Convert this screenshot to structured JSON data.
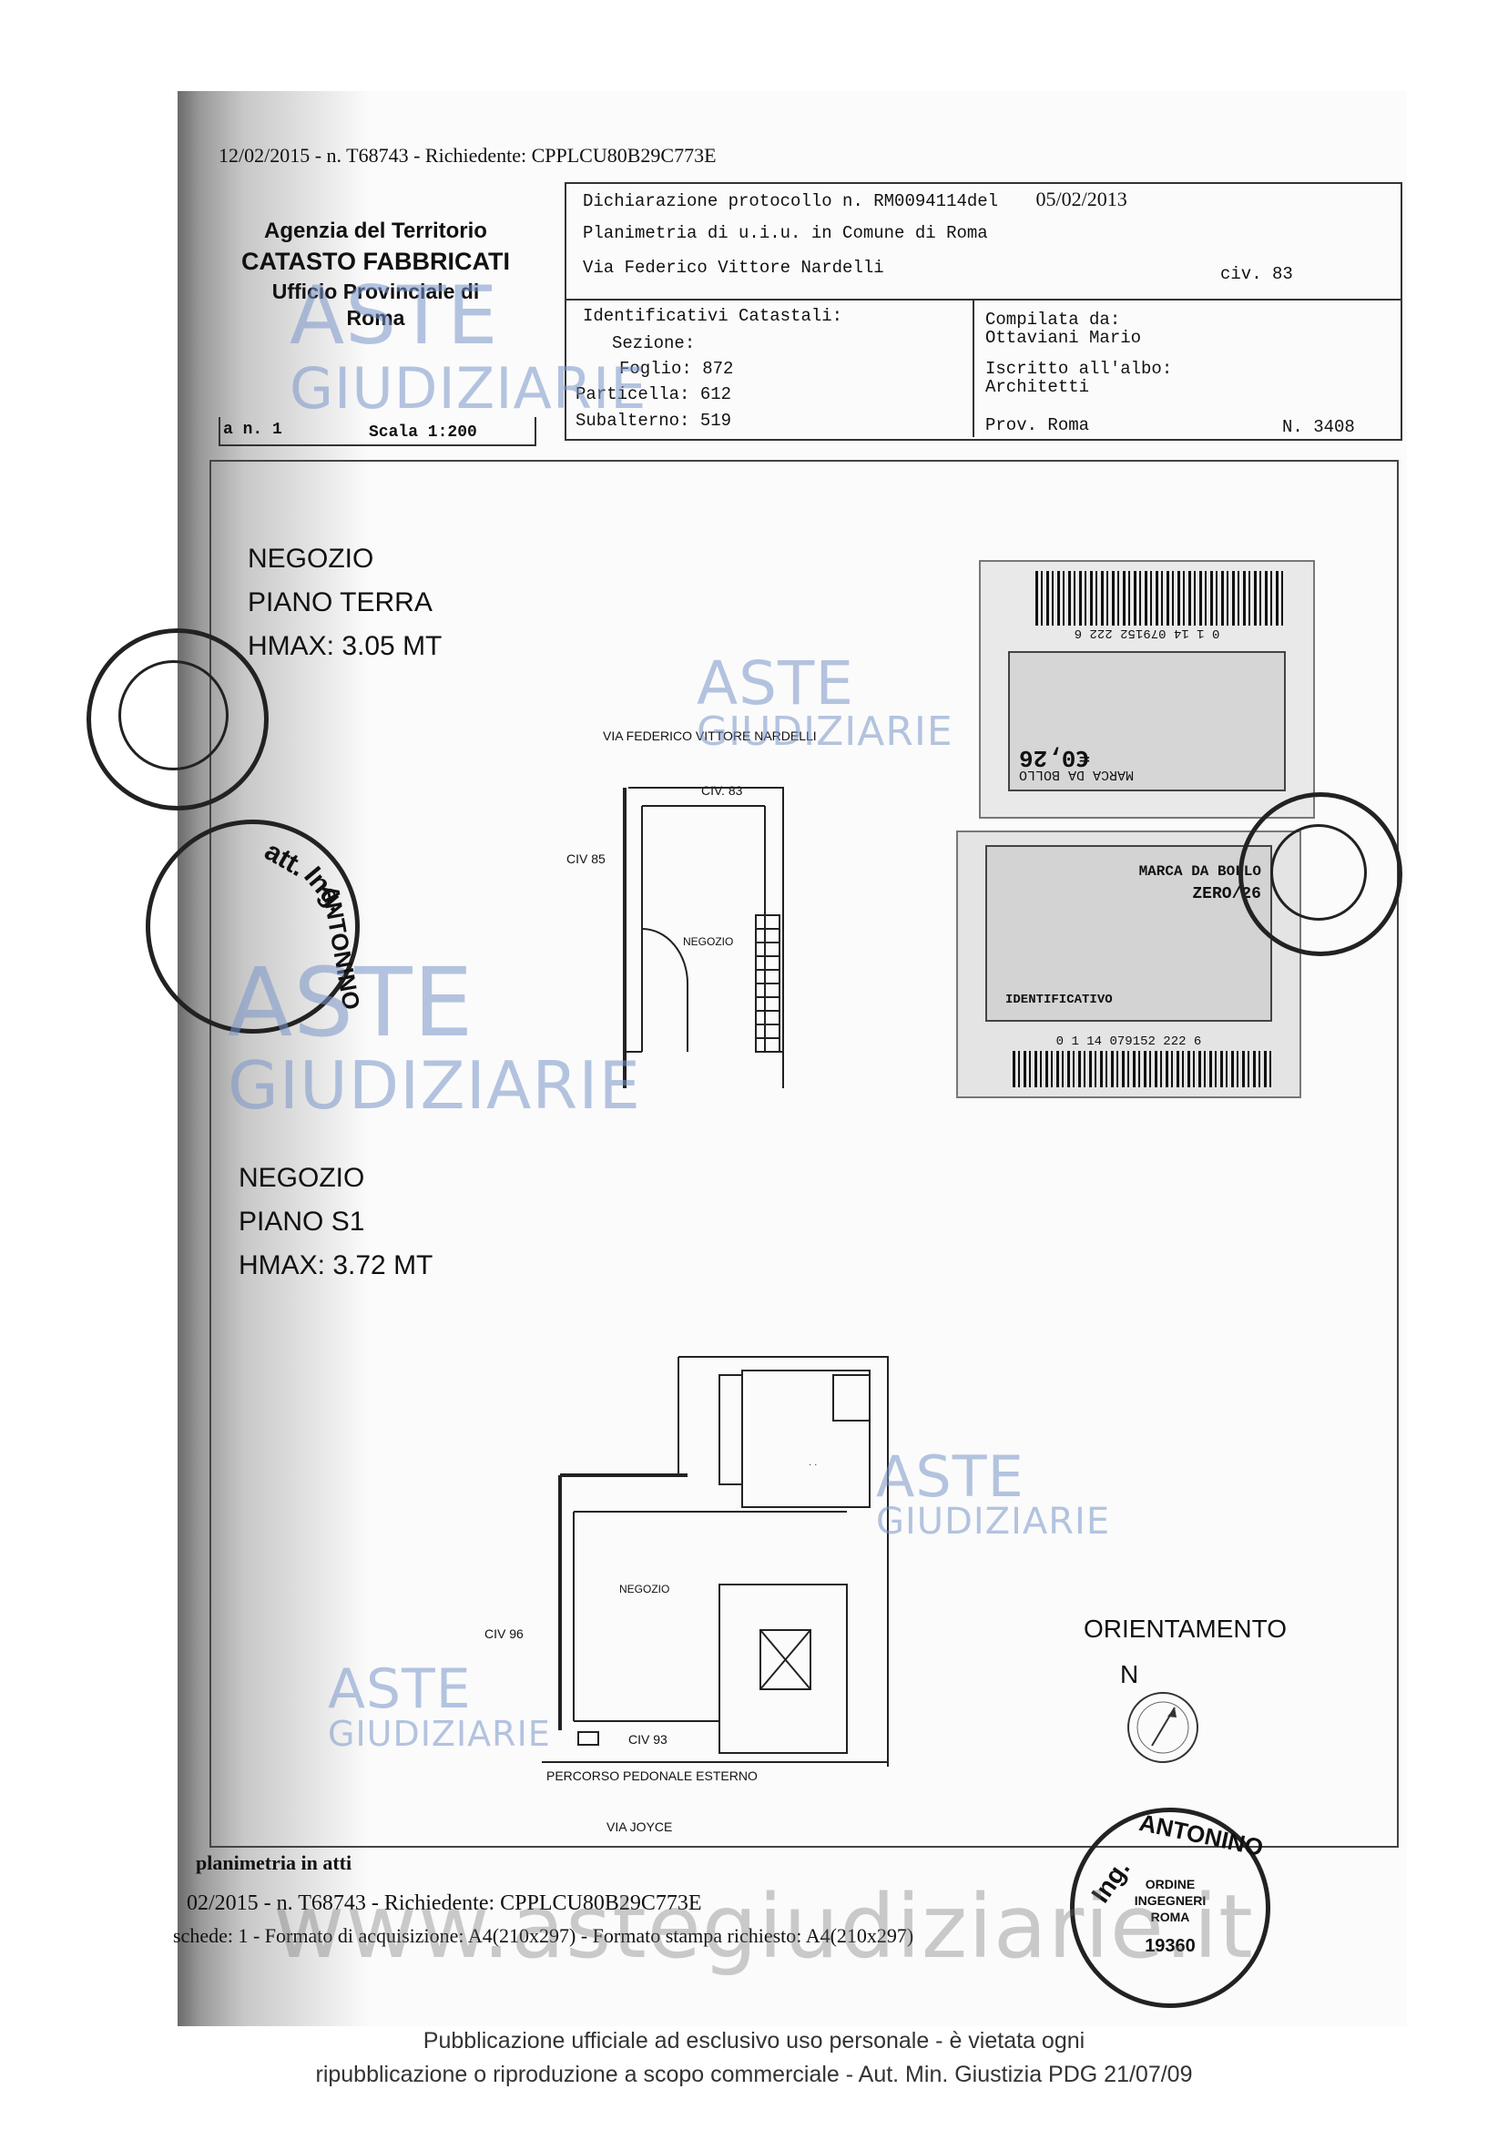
{
  "header": {
    "print_line": "12/02/2015 - n. T68743 - Richiedente: CPPLCU80B29C773E",
    "agency": [
      "Agenzia del Territorio",
      "CATASTO FABBRICATI",
      "Ufficio Provinciale di",
      "Roma"
    ],
    "declaration": "Dichiarazione protocollo n. RM0094114",
    "declaration_del": "del",
    "declaration_date": "05/02/2013",
    "plan_title": "Planimetria di u.i.u. in Comune di Roma",
    "address": "Via Federico Vittore Nardelli",
    "civ": "civ. 83",
    "ids_title": "Identificativi Catastali:",
    "sezione": "Sezione:",
    "foglio": "Foglio: 872",
    "particella": "Particella: 612",
    "subalterno": "Subalterno: 519",
    "compilata": "Compilata da:",
    "compilata_name": "Ottaviani Mario",
    "iscritto": "Iscritto all'albo:",
    "iscritto_value": "Architetti",
    "prov": "Prov. Roma",
    "numero": "N. 3408",
    "scheda": "a n. 1",
    "scala": "Scala 1:200"
  },
  "ground_floor": {
    "label": [
      "NEGOZIO",
      "PIANO TERRA",
      "HMAX: 3.05 MT"
    ],
    "street": "VIA FEDERICO VITTORE NARDELLI",
    "civ_top": "CIV. 83",
    "civ_left": "CIV 85",
    "room": "NEGOZIO"
  },
  "basement": {
    "label": [
      "NEGOZIO",
      "PIANO S1",
      "HMAX: 3.72 MT"
    ],
    "civ_left": "CIV 96",
    "civ_bottom": "CIV 93",
    "room": "NEGOZIO",
    "path": "PERCORSO PEDONALE ESTERNO",
    "street": "VIA JOYCE"
  },
  "orientation": {
    "label": "ORIENTAMENTO",
    "north": "N"
  },
  "revenue_stamps": {
    "top": {
      "barcode": "0 1 14 079152 222 6",
      "value": "€0,26",
      "text": "MARCA DA BOLLO"
    },
    "bottom": {
      "barcode": "0 1 14 079152 222 6",
      "header": "MARCA DA BOLLO",
      "value": "ZERO/26",
      "code": "IDENTIFICATIVO"
    }
  },
  "bottom_block": {
    "title": "planimetria in atti",
    "line1": "02/2015 - n. T68743 - Richiedente: CPPLCU80B29C773E",
    "line2": "schede: 1 - Formato di acquisizione: A4(210x297) - Formato stampa richiesto: A4(210x297)"
  },
  "stamps": {
    "engineer": [
      "Ing.",
      "ANTONINO",
      "ORDINE",
      "INGEGNERI",
      "ROMA",
      "19360"
    ],
    "left_engineer": [
      "att.",
      "Ing.",
      "ANTONINO"
    ]
  },
  "watermarks": {
    "aste": "ASTE",
    "giudiziarie": "GIUDIZIARIE",
    "site": "www.astegiudiziarie.it"
  },
  "footer": {
    "line1": "Pubblicazione ufficiale ad esclusivo uso personale - è vietata ogni",
    "line2": "ripubblicazione o riproduzione a scopo commerciale - Aut. Min. Giustizia PDG 21/07/09"
  }
}
